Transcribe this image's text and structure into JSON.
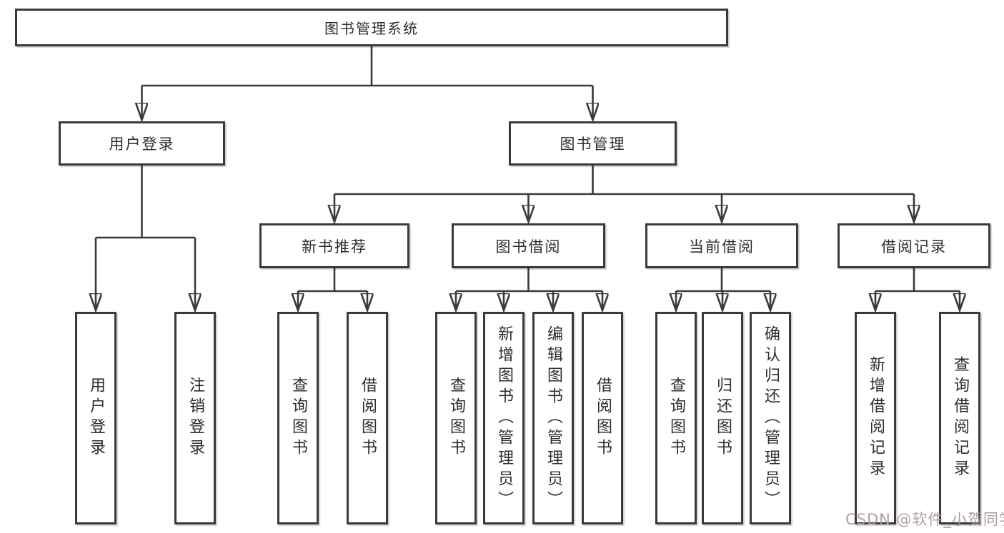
{
  "diagram": {
    "nodes": {
      "root": "图书管理系统",
      "user_login": "用户登录",
      "book_mgmt": "图书管理",
      "new_book_rec": "新书推荐",
      "book_borrow": "图书借阅",
      "current_borrow": "当前借阅",
      "borrow_record": "借阅记录",
      "ul_login": "用户登录",
      "ul_logout": "注销登录",
      "nbr_query": "查询图书",
      "nbr_borrow": "借阅图书",
      "bb_query": "查询图书",
      "bb_add": "新增图书（管理员）",
      "bb_edit": "编辑图书（管理员）",
      "bb_borrow": "借阅图书",
      "cb_query": "查询图书",
      "cb_return": "归还图书",
      "cb_confirm": "确认归还（管理员）",
      "br_add": "新增借阅记录",
      "br_query": "查询借阅记录"
    },
    "hierarchy": {
      "root": [
        "user_login",
        "book_mgmt"
      ],
      "user_login": [
        "ul_login",
        "ul_logout"
      ],
      "book_mgmt": [
        "new_book_rec",
        "book_borrow",
        "current_borrow",
        "borrow_record"
      ],
      "new_book_rec": [
        "nbr_query",
        "nbr_borrow"
      ],
      "book_borrow": [
        "bb_query",
        "bb_add",
        "bb_edit",
        "bb_borrow"
      ],
      "current_borrow": [
        "cb_query",
        "cb_return",
        "cb_confirm"
      ],
      "borrow_record": [
        "br_add",
        "br_query"
      ]
    },
    "colors": {
      "border": "#3a3a3a",
      "text": "#2e2e2e",
      "background": "#ffffff",
      "watermark": "#ab9a9a"
    }
  },
  "watermark": {
    "text": "CSDN @软件_小贺同学"
  }
}
